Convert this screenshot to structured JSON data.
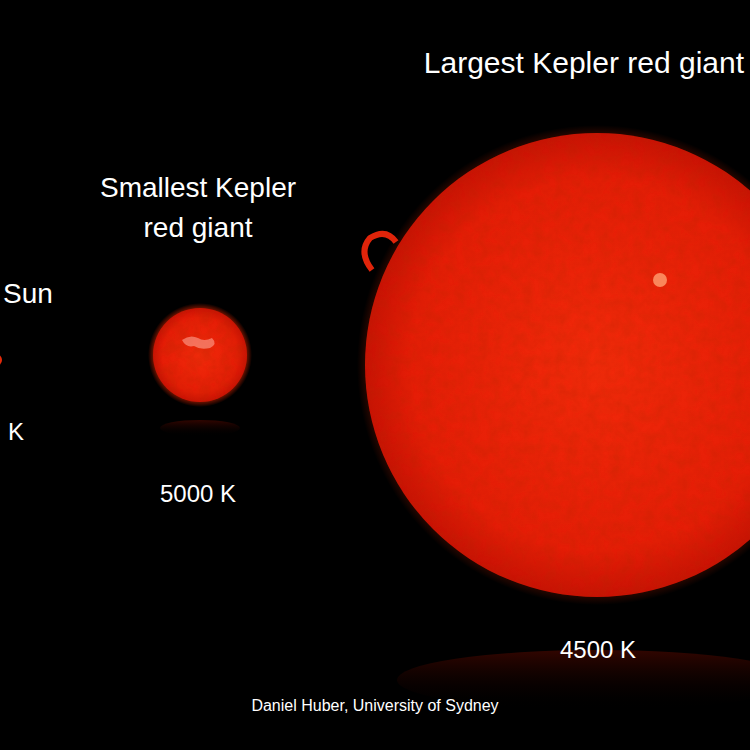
{
  "diagram": {
    "labels": [
      "Sun",
      "K",
      "Smallest Kepler red giant",
      "5000 K",
      "Largest Kepler red giant",
      "4500 K",
      "Daniel Huber, University of Sydney"
    ]
  }
}
